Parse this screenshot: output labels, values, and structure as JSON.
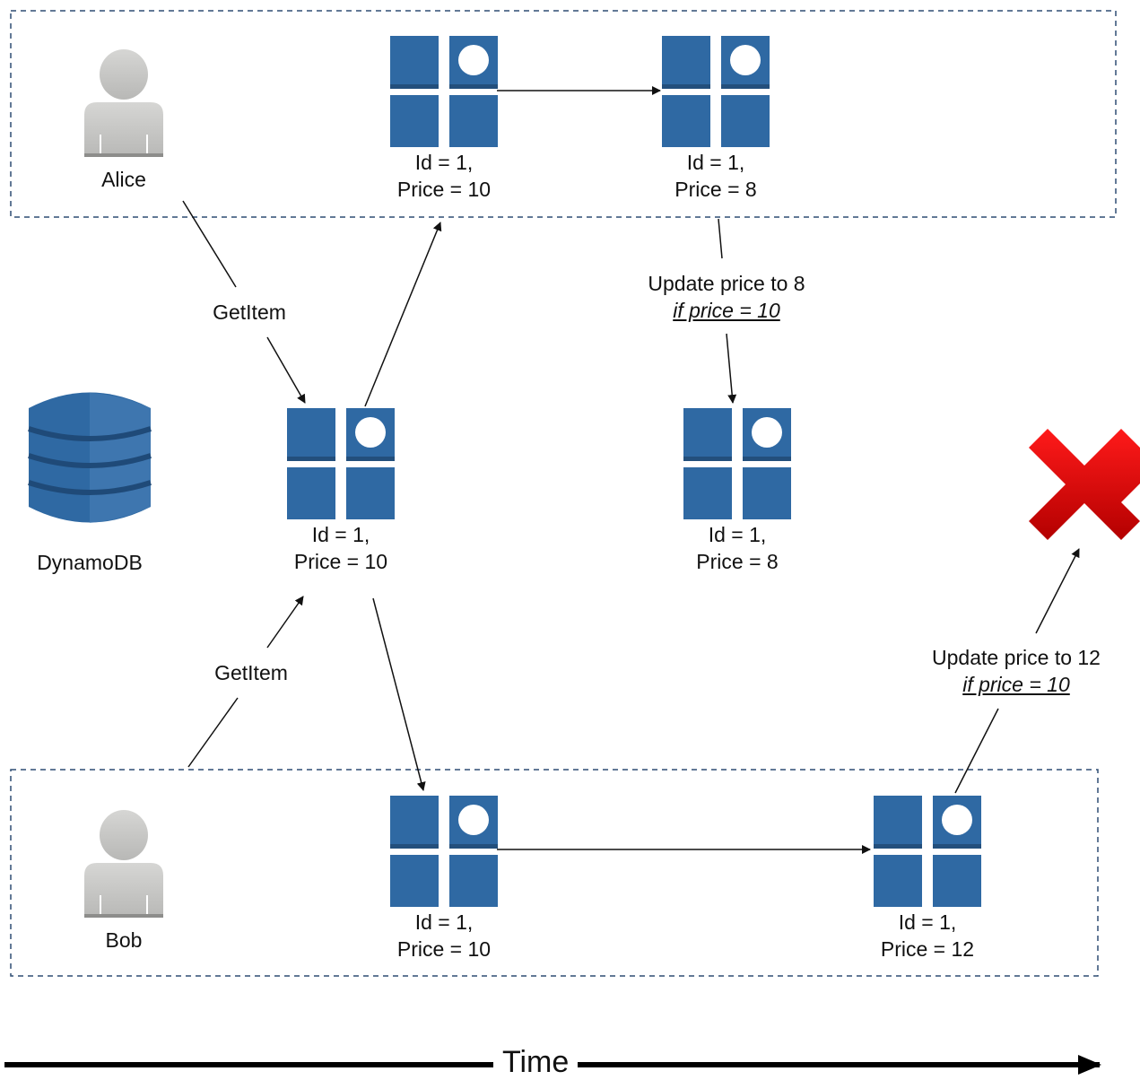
{
  "actors": {
    "alice": "Alice",
    "bob": "Bob",
    "dynamodb": "DynamoDB"
  },
  "items": {
    "alice_item_1": {
      "line1": "Id = 1,",
      "line2": "Price = 10"
    },
    "alice_item_2": {
      "line1": "Id = 1,",
      "line2": "Price = 8"
    },
    "db_item_1": {
      "line1": "Id = 1,",
      "line2": "Price = 10"
    },
    "db_item_2": {
      "line1": "Id = 1,",
      "line2": "Price = 8"
    },
    "bob_item_1": {
      "line1": "Id = 1,",
      "line2": "Price = 10"
    },
    "bob_item_2": {
      "line1": "Id = 1,",
      "line2": "Price = 12"
    }
  },
  "edges": {
    "alice_getitem": "GetItem",
    "bob_getitem": "GetItem",
    "alice_update": {
      "line1": "Update price to 8",
      "condition": "if price = 10"
    },
    "bob_update": {
      "line1": "Update price to 12",
      "condition": "if price = 10"
    }
  },
  "axis": {
    "label": "Time"
  },
  "colors": {
    "item_blue": "#2f69a3",
    "item_dark": "#234f7c",
    "person_gray": "#c8c8c6",
    "failure_red": "#d41111",
    "dashed_border": "#2e4d74"
  },
  "icons": {
    "person": "person-icon",
    "database": "dynamodb-icon",
    "item": "item-icon",
    "failure": "failure-x-icon"
  }
}
